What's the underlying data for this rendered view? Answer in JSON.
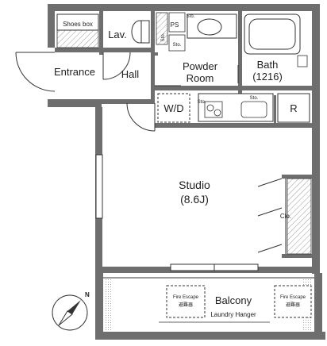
{
  "rooms": {
    "shoes_box": "Shoes box",
    "lavatory": "Lav.",
    "ps": "PS",
    "sto_small_a": "Sto.",
    "sto_small_b": "Sto.",
    "sto_top": "Sto.",
    "entrance": "Entrance",
    "hall": "Hall",
    "powder_room_line1": "Powder",
    "powder_room_line2": "Room",
    "bath_line1": "Bath",
    "bath_line2": "(1216)",
    "wd": "W/D",
    "sto_kitchen_a": "Sto.",
    "sto_kitchen_b": "Sto.",
    "refrigerator": "R",
    "studio_line1": "Studio",
    "studio_line2": "(8.6J)",
    "closet": "Clo.",
    "balcony": "Balcony",
    "laundry_hanger": "Laundry Hanger",
    "fire_escape_left_en": "Fire Escape",
    "fire_escape_left_jp": "避難器",
    "fire_escape_right_en": "Fire Escape",
    "fire_escape_right_jp": "避難器",
    "compass_label": "N"
  },
  "colors": {
    "wall": "#6e6e6e",
    "line": "#333333",
    "hatch": "#8a8a8a"
  },
  "icons": {
    "compass": "north-arrow-icon"
  }
}
